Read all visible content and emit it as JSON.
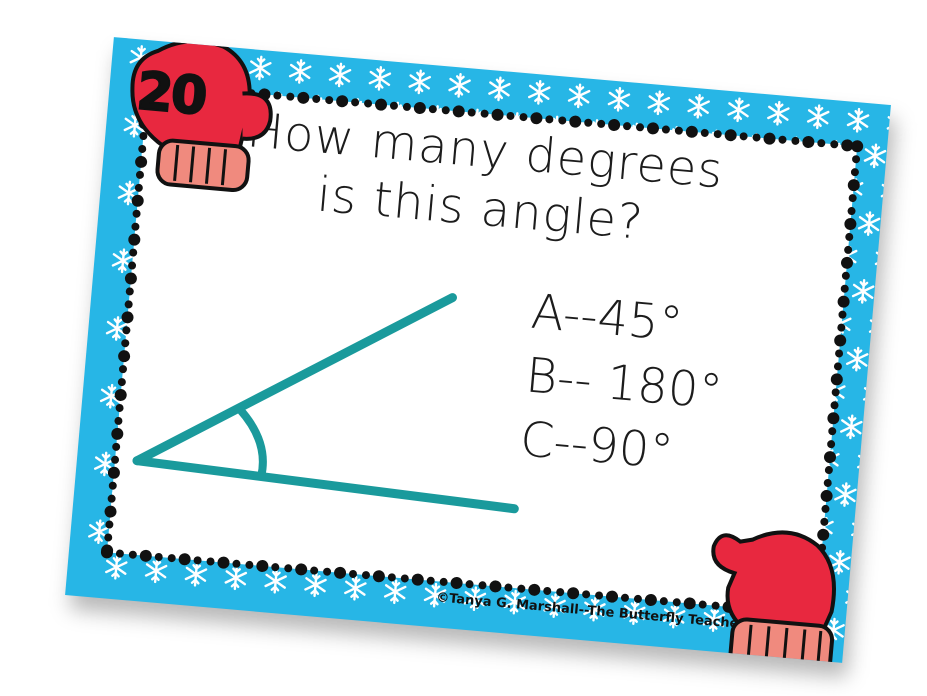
{
  "card": {
    "number": "20",
    "question_line1": "How many degrees",
    "question_line2": "is this angle?",
    "answers": [
      "A--45°",
      "B-- 180°",
      "C--90°"
    ],
    "copyright": "©Tanya G. Marshall--The Butterfly Teacher"
  },
  "colors": {
    "border_blue": "#27b6e6",
    "angle_teal": "#1a9a9c",
    "mitten_red": "#e8283f",
    "cuff_pink": "#f08a7e"
  },
  "icons": {
    "top_mitten": "red-mitten-icon",
    "bottom_mitten": "red-mitten-icon",
    "snowflakes": "snowflake-icon"
  }
}
